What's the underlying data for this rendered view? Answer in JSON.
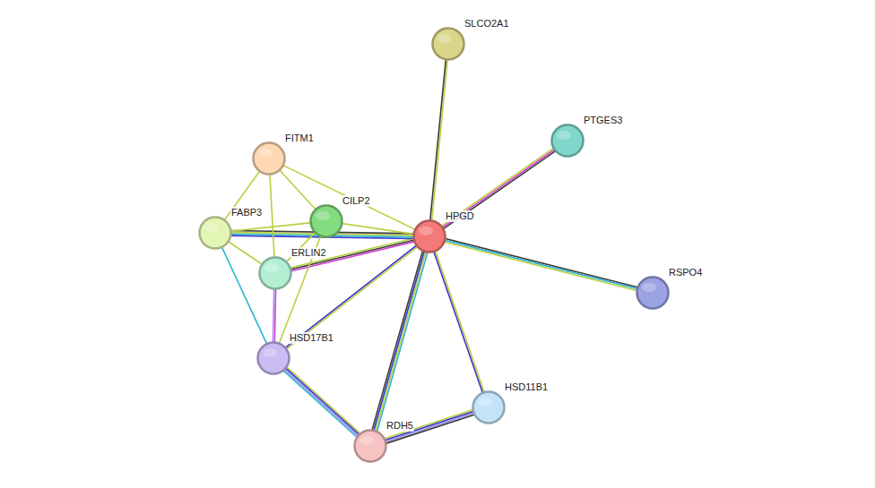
{
  "diagram": {
    "nodes": [
      {
        "text": [
          "SLCO2A1"
        ]
      },
      {
        "text": [
          "PTGES3"
        ]
      },
      {
        "text": [
          "FITM1"
        ]
      },
      {
        "text": [
          "CILP2"
        ]
      },
      {
        "text": [
          "FABP3"
        ]
      },
      {
        "text": [
          "HPGD"
        ]
      },
      {
        "text": [
          "ERLIN2"
        ]
      },
      {
        "text": [
          "RSPO4"
        ]
      },
      {
        "text": [
          "HSD17B1"
        ]
      },
      {
        "text": [
          "HSD11B1"
        ]
      },
      {
        "text": [
          "RDH5"
        ]
      }
    ],
    "edges": [
      {
        "from": 0,
        "to": 5,
        "arrow": "none"
      },
      {
        "from": 1,
        "to": 5,
        "arrow": "none"
      },
      {
        "from": 5,
        "to": 7,
        "arrow": "none"
      },
      {
        "from": 5,
        "to": 9,
        "arrow": "none"
      },
      {
        "from": 5,
        "to": 10,
        "arrow": "none"
      },
      {
        "from": 5,
        "to": 8,
        "arrow": "none"
      },
      {
        "from": 5,
        "to": 6,
        "arrow": "none"
      },
      {
        "from": 5,
        "to": 4,
        "arrow": "none"
      },
      {
        "from": 5,
        "to": 3,
        "arrow": "none"
      },
      {
        "from": 5,
        "to": 2,
        "arrow": "none"
      },
      {
        "from": 2,
        "to": 3,
        "arrow": "none"
      },
      {
        "from": 2,
        "to": 4,
        "arrow": "none"
      },
      {
        "from": 2,
        "to": 6,
        "arrow": "none"
      },
      {
        "from": 4,
        "to": 3,
        "arrow": "none"
      },
      {
        "from": 4,
        "to": 6,
        "arrow": "none"
      },
      {
        "from": 4,
        "to": 8,
        "arrow": "none"
      },
      {
        "from": 3,
        "to": 6,
        "arrow": "none"
      },
      {
        "from": 3,
        "to": 8,
        "arrow": "none"
      },
      {
        "from": 6,
        "to": 8,
        "arrow": "none"
      },
      {
        "from": 8,
        "to": 10,
        "arrow": "none"
      },
      {
        "from": 10,
        "to": 9,
        "arrow": "none"
      }
    ]
  }
}
